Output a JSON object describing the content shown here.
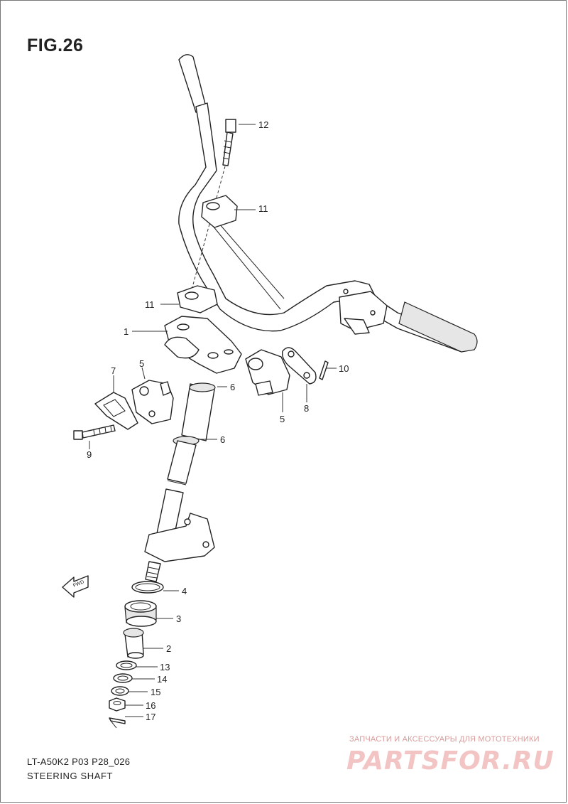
{
  "figure": {
    "title": "FIG.26",
    "model_code": "LT-A50K2  P03  P28_026",
    "name": "STEERING SHAFT"
  },
  "direction_marker": "FWD",
  "callouts": [
    "12",
    "11",
    "11",
    "1",
    "7",
    "5",
    "6",
    "6",
    "5",
    "8",
    "10",
    "9",
    "4",
    "3",
    "2",
    "13",
    "14",
    "15",
    "16",
    "17"
  ],
  "watermark": {
    "tagline": "ЗАПЧАСТИ И АКСЕССУАРЫ ДЛЯ МОТОТЕХНИКИ",
    "logo": "PARTSFOR.RU"
  }
}
